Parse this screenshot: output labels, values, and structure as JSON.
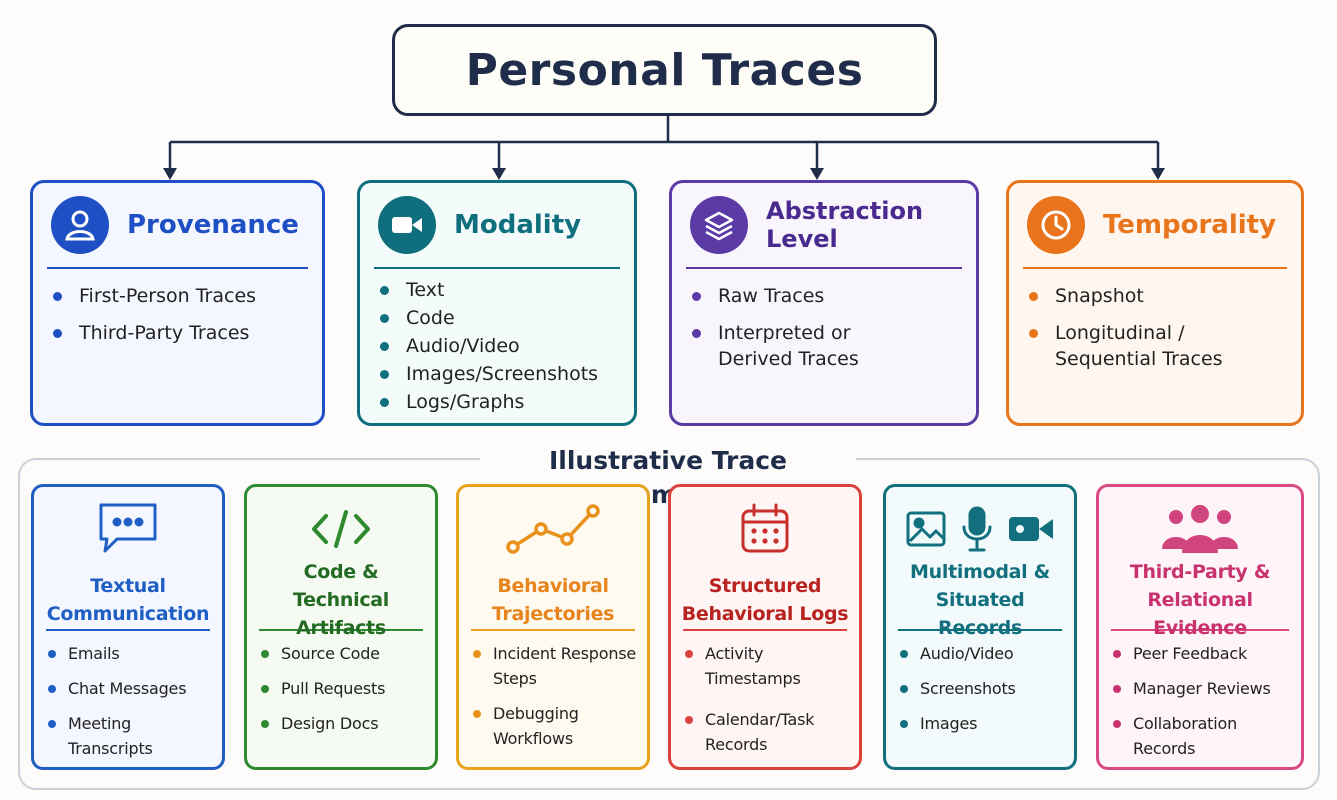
{
  "title": "Personal Traces",
  "dimensions": [
    {
      "title": "Provenance",
      "icon": "person-icon",
      "color": "#1f4fc4",
      "bg": "#f4f7ff",
      "items": [
        "First-Person Traces",
        "Third-Party Traces"
      ]
    },
    {
      "title": "Modality",
      "icon": "video-camera-icon",
      "color": "#0f6f7e",
      "bg": "#f3fbfb",
      "items": [
        "Text",
        "Code",
        "Audio/Video",
        "Images/Screenshots",
        "Logs/Graphs"
      ]
    },
    {
      "title": "Abstraction Level",
      "icon": "layers-icon",
      "color": "#5b3aa6",
      "bg": "#f8f5fd",
      "items": [
        "Raw Traces",
        "Interpreted or",
        "Derived Traces"
      ]
    },
    {
      "title": "Temporality",
      "icon": "clock-icon",
      "color": "#e8741c",
      "bg": "#fff7ef",
      "items": [
        "Snapshot",
        "Longitudinal /",
        "Sequential Traces"
      ]
    }
  ],
  "examples_title": "Illustrative Trace Examples",
  "examples": [
    {
      "title_lines": [
        "Textual",
        "Communication"
      ],
      "icon": "chat-bubble-icon",
      "color": "#1f5fc4",
      "bg": "#f4f7ff",
      "items": [
        "Emails",
        "Chat Messages",
        "Meeting Transcripts"
      ]
    },
    {
      "title_lines": [
        "Code &",
        "Technical Artifacts"
      ],
      "icon": "code-brackets-icon",
      "color": "#2f8a2f",
      "bg": "#f5fbf2",
      "items": [
        "Source Code",
        "Pull Requests",
        "Design Docs"
      ]
    },
    {
      "title_lines": [
        "Behavioral",
        "Trajectories"
      ],
      "icon": "trajectory-icon",
      "color": "#e8921c",
      "bg": "#fffaf0",
      "items": [
        "Incident Response",
        "Steps",
        "Debugging",
        "Workflows"
      ]
    },
    {
      "title_lines": [
        "Structured",
        "Behavioral Logs"
      ],
      "icon": "calendar-icon",
      "color": "#c9302c",
      "bg": "#fff5f4",
      "items": [
        "Activity Timestamps",
        "Calendar/Task",
        "Records"
      ]
    },
    {
      "title_lines": [
        "Multimodal &",
        "Situated Records"
      ],
      "icon": "media-icons",
      "color": "#12707e",
      "bg": "#f2fafb",
      "items": [
        "Audio/Video",
        "Screenshots",
        "Images"
      ]
    },
    {
      "title_lines": [
        "Third-Party &",
        "Relational Evidence"
      ],
      "icon": "people-group-icon",
      "color": "#c8326e",
      "bg": "#fff4f8",
      "items": [
        "Peer Feedback",
        "Manager Reviews",
        "Collaboration",
        "Records"
      ]
    }
  ]
}
